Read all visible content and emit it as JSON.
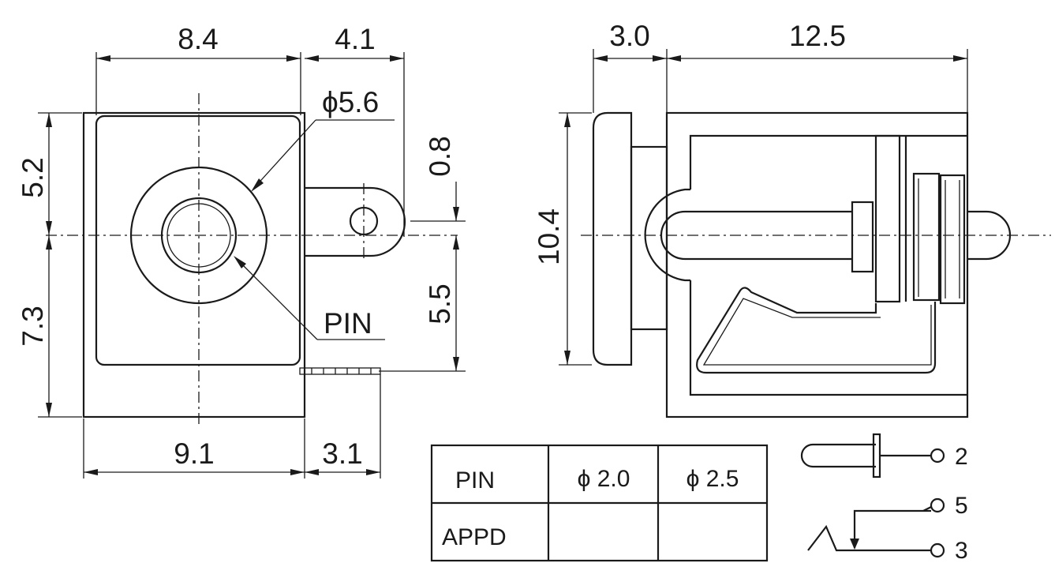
{
  "front_view": {
    "dim_top_left": "8.4",
    "dim_top_right": "4.1",
    "dim_diameter": "ϕ5.6",
    "dim_left_upper": "5.2",
    "dim_left_lower": "7.3",
    "dim_right_upper": "0.8",
    "dim_right_lower": "5.5",
    "pin_label": "PIN",
    "dim_bottom_left": "9.1",
    "dim_bottom_right": "3.1"
  },
  "side_view": {
    "dim_top_left": "3.0",
    "dim_top_right": "12.5",
    "dim_height": "10.4"
  },
  "table": {
    "header": [
      "PIN",
      "ϕ 2.0",
      "ϕ 2.5"
    ],
    "row": [
      "APPD",
      "",
      ""
    ]
  },
  "schematic": {
    "pin_a": "2",
    "pin_b": "5",
    "pin_c": "3"
  }
}
